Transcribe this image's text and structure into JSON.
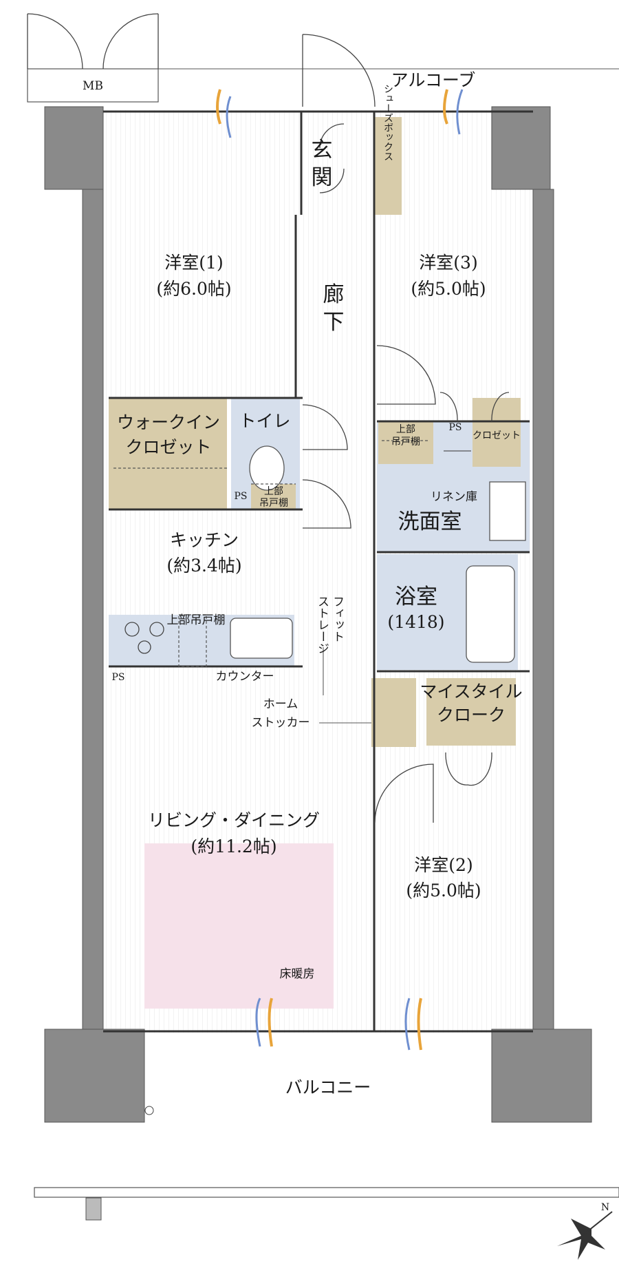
{
  "colors": {
    "wall": "#8a8a8a",
    "floor_lines": "#ececec",
    "wet_area": "#d6dfec",
    "closet": "#d8ccaa",
    "floor_heating": "#f6e1ea",
    "wind_blue": "#6f8fd0",
    "wind_orange": "#e8a43a"
  },
  "labels": {
    "mb": "MB",
    "alcove": "アルコーブ",
    "genkan_1": "玄",
    "genkan_2": "関",
    "shoes_box": "シューズボックス",
    "room1_name": "洋室(1)",
    "room1_size": "(約6.0帖)",
    "room3_name": "洋室(3)",
    "room3_size": "(約5.0帖)",
    "corridor_1": "廊",
    "corridor_2": "下",
    "wic_1": "ウォークイン",
    "wic_2": "クロゼット",
    "toilet": "トイレ",
    "upper_1": "上部",
    "upper_2": "吊戸棚",
    "ps": "PS",
    "closet_small": "クロゼット",
    "linen": "リネン庫",
    "washroom": "洗面室",
    "bath": "浴室",
    "bath_size": "(1418)",
    "kitchen": "キッチン",
    "kitchen_size": "(約3.4帖)",
    "kitchen_upper": "上部吊戸棚",
    "counter": "カウンター",
    "fit_storage_1": "フィット",
    "fit_storage_2": "ストレージ",
    "home_stocker_1": "ホーム",
    "home_stocker_2": "ストッカー",
    "my_style_1": "マイスタイル",
    "my_style_2": "クローク",
    "living": "リビング・ダイニング",
    "living_size": "(約11.2帖)",
    "floor_heating": "床暖房",
    "room2_name": "洋室(2)",
    "room2_size": "(約5.0帖)",
    "balcony": "バルコニー",
    "north": "N"
  }
}
